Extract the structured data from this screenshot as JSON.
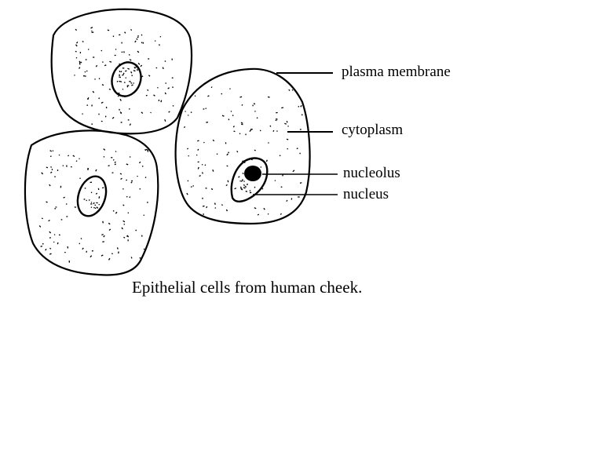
{
  "labels": {
    "plasma_membrane": "plasma membrane",
    "cytoplasm": "cytoplasm",
    "nucleolus": "nucleolus",
    "nucleus": "nucleus"
  },
  "caption": "Epithelial cells from human cheek."
}
